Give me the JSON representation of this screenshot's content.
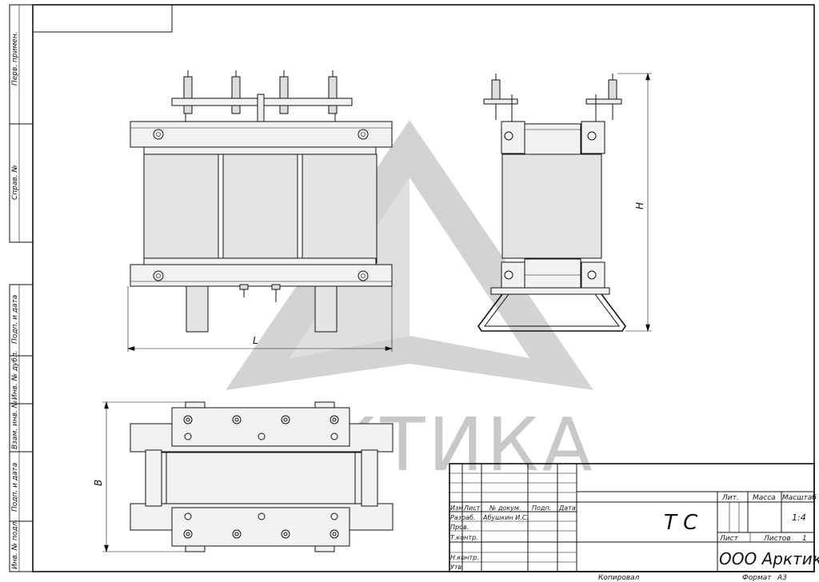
{
  "watermark": {
    "text": "АРКТИКА",
    "color": "#cfcfcf"
  },
  "side_labels": {
    "perv_primen": "Перв. примен.",
    "sprav_no": "Справ. №",
    "podp_data_1": "Подп. и дата",
    "inv_dubl": "Инв. № дубл.",
    "vzam_inv": "Взам. инв. №",
    "podp_data_2": "Подп. и дата",
    "inv_podl": "Инв. № подл."
  },
  "dimensions": {
    "length": "L",
    "height": "H",
    "width": "B"
  },
  "title_block": {
    "designation": "Т С",
    "organization": "ООО Арктика",
    "header_lit": "Лит.",
    "header_massa": "Масса",
    "header_masshtab": "Масштаб",
    "scale_value": "1:4",
    "sheet_label": "Лист",
    "sheets_label": "Листов",
    "sheets_value": "1",
    "col_izm": "Изм.",
    "col_list": "Лист",
    "col_doc": "№ докум.",
    "col_podp": "Подп.",
    "col_data": "Дата",
    "row_razrab": "Разраб.",
    "row_razrab_name": "Абушкин И.С.",
    "row_prov": "Пров.",
    "row_tkontr": "Т.контр.",
    "row_nkontr": "Н.контр.",
    "row_utv": "Утв."
  },
  "footer": {
    "copied": "Копировал",
    "format_label": "Формат",
    "format_value": "А3"
  }
}
